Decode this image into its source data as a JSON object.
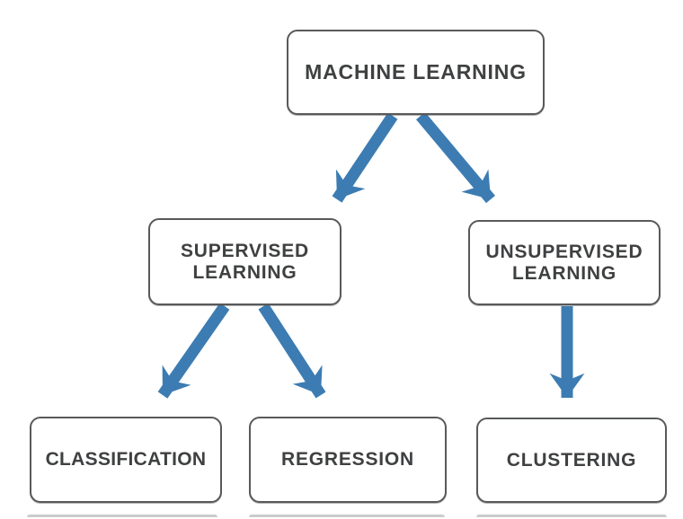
{
  "diagram": {
    "type": "tree",
    "topic": "machine-learning-taxonomy",
    "nodes": [
      {
        "id": "machine-learning",
        "label": "MACHINE LEARNING"
      },
      {
        "id": "supervised-learning",
        "label": "SUPERVISED LEARNING"
      },
      {
        "id": "unsupervised-learning",
        "label": "UNSUPERVISED LEARNING"
      },
      {
        "id": "classification",
        "label": "CLASSIFICATION"
      },
      {
        "id": "regression",
        "label": "REGRESSION"
      },
      {
        "id": "clustering",
        "label": "CLUSTERING"
      }
    ],
    "edges": [
      {
        "from": "machine-learning",
        "to": "supervised-learning"
      },
      {
        "from": "machine-learning",
        "to": "unsupervised-learning"
      },
      {
        "from": "supervised-learning",
        "to": "classification"
      },
      {
        "from": "supervised-learning",
        "to": "regression"
      },
      {
        "from": "unsupervised-learning",
        "to": "clustering"
      }
    ]
  },
  "colors": {
    "arrow": "#3c7cb2",
    "border": "#58595b",
    "text": "#3f4041",
    "background": "#ffffff",
    "faint": "#cbcbcb"
  }
}
